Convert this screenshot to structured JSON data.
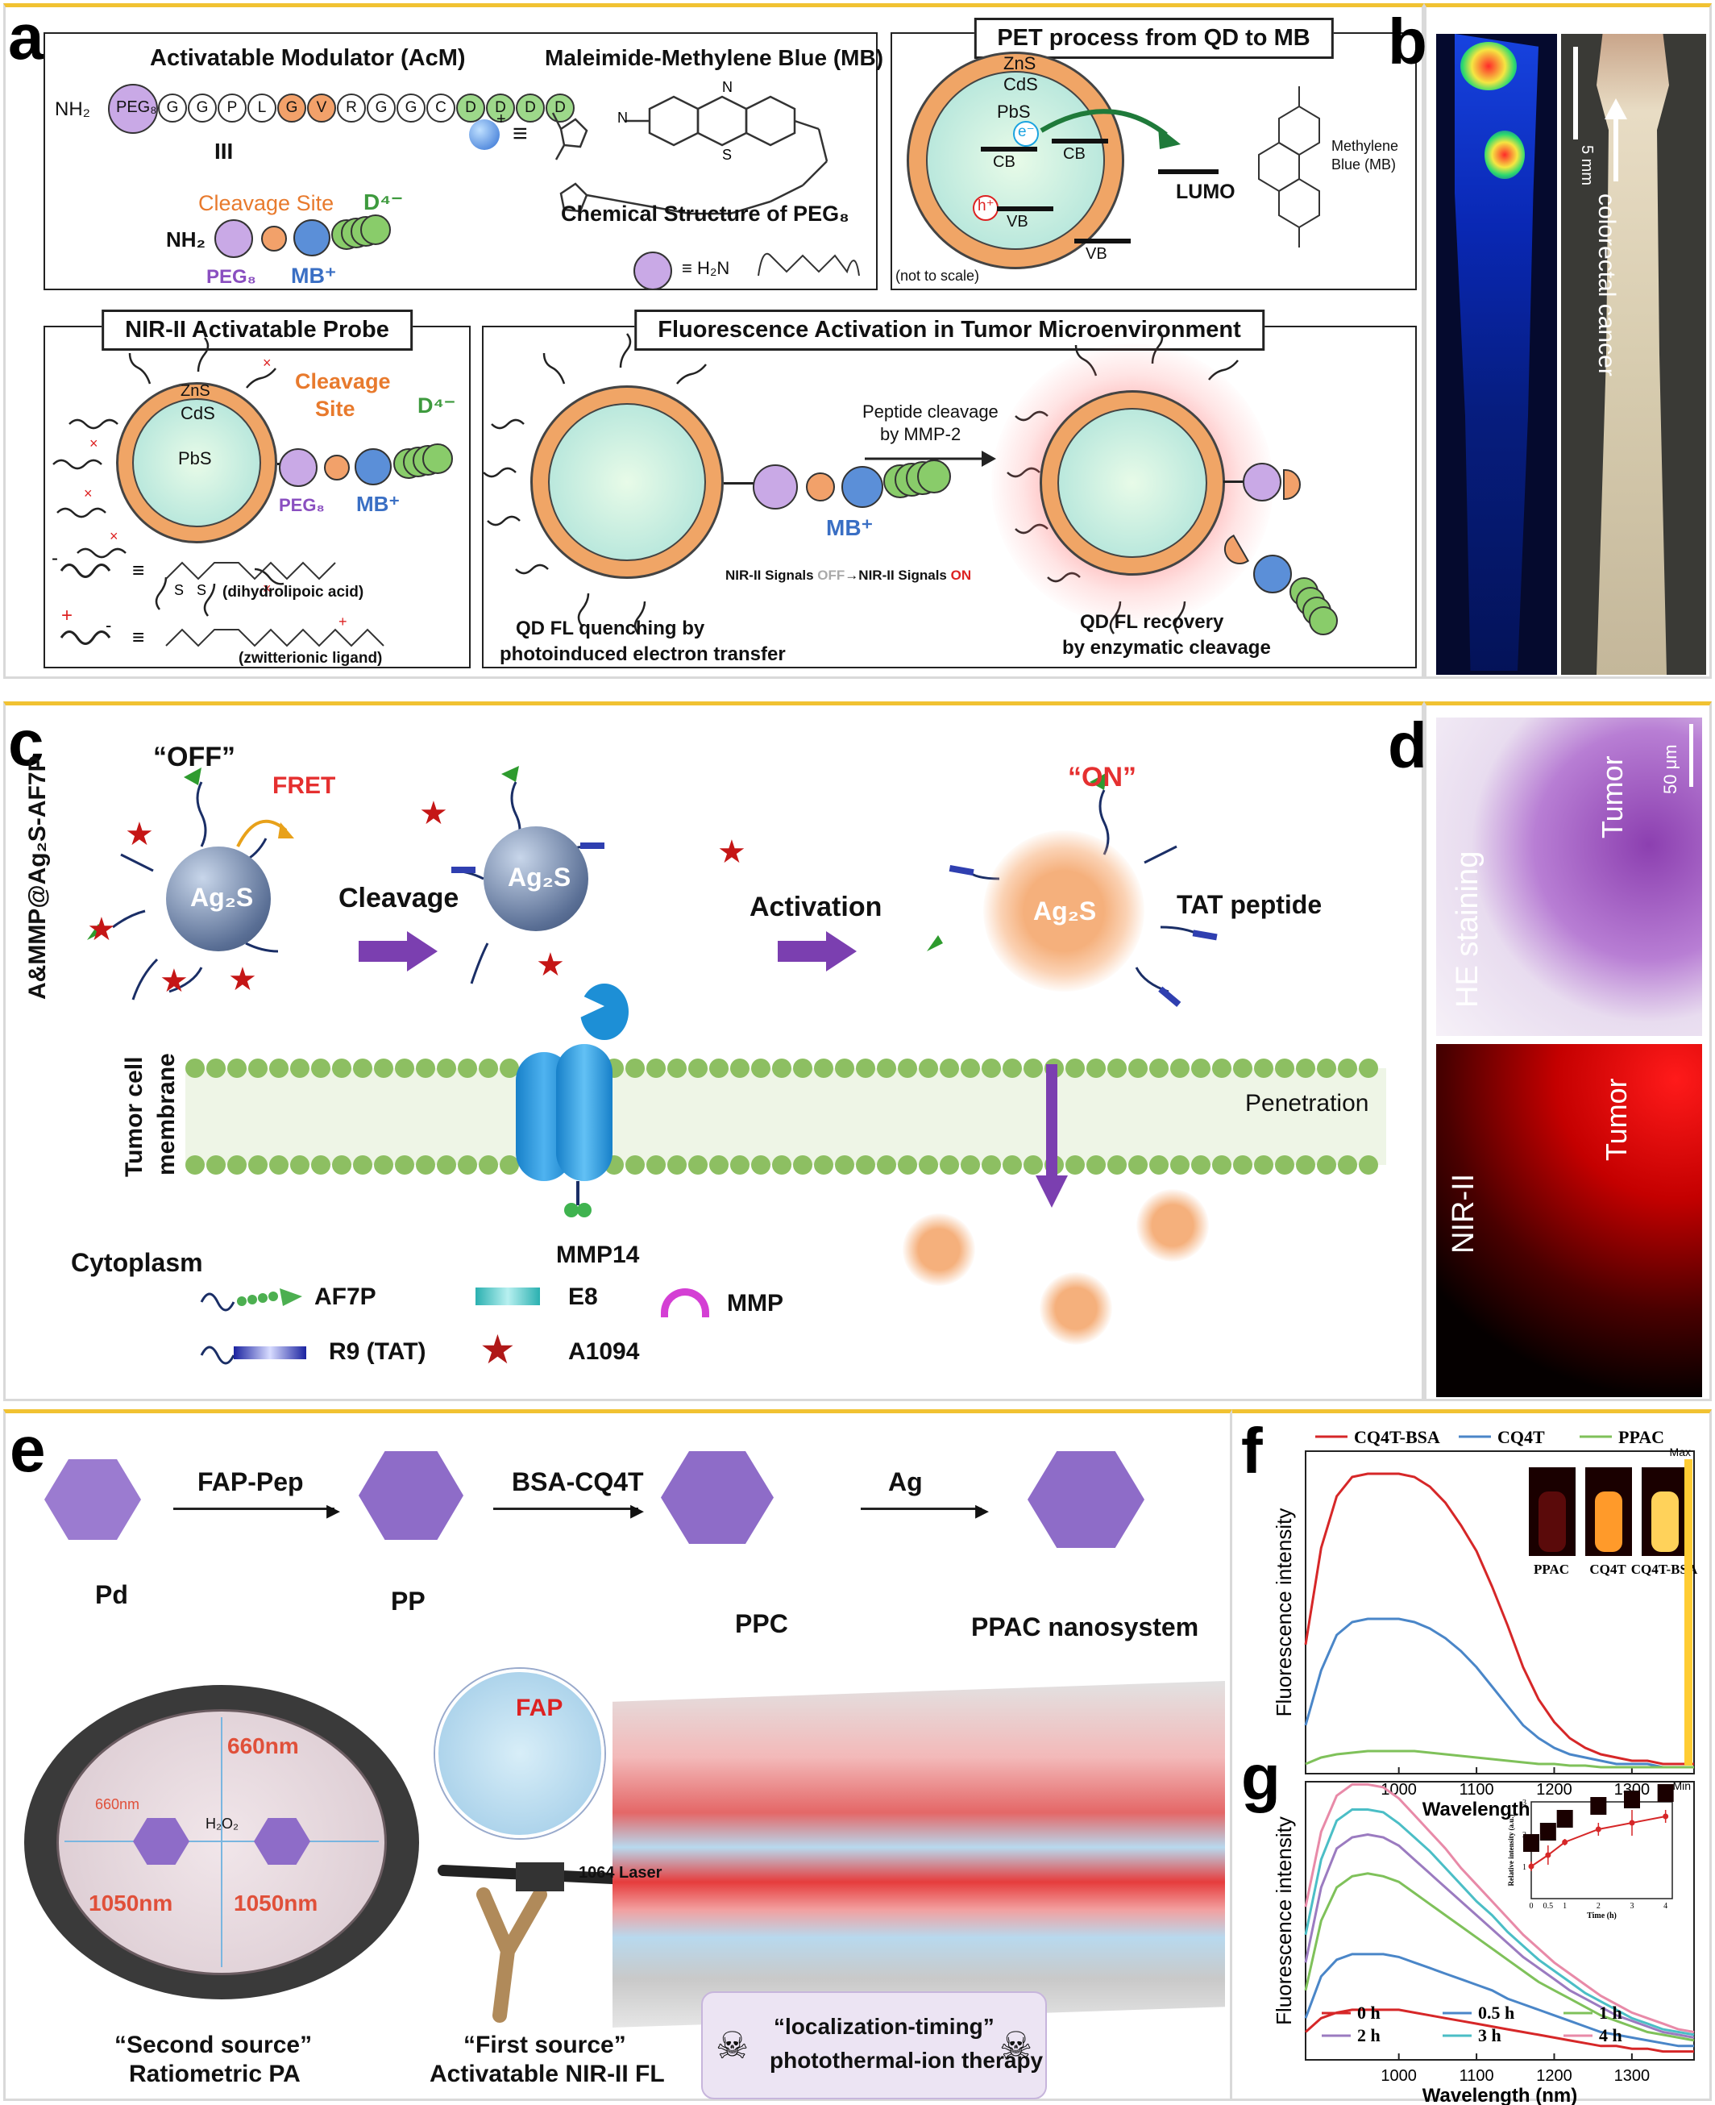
{
  "panel_labels": {
    "a": "a",
    "b": "b",
    "c": "c",
    "d": "d",
    "e": "e",
    "f": "f",
    "g": "g"
  },
  "a": {
    "acm_title": "Activatable Modulator (AcM)",
    "nh2": "NH₂",
    "peg8": "PEG₈",
    "residues": [
      "G",
      "G",
      "P",
      "L",
      "G",
      "V",
      "R",
      "G",
      "G",
      "C",
      "D",
      "D",
      "D",
      "D"
    ],
    "charge_plus": "+",
    "charge_minus": "-",
    "iii": "III",
    "cleavage_site": "Cleavage Site",
    "d4": "D⁴⁻",
    "peg8_label": "PEG₈",
    "mb_plus": "MB⁺",
    "mb_title": "Maleimide-Methylene Blue (MB)",
    "equiv": "≡",
    "peg_struct_title": "Chemical Structure of PEG₈",
    "peg_formula": "≡ H₂N",
    "pet_title": "PET process from QD to MB",
    "zns": "ZnS",
    "cds": "CdS",
    "pbs": "PbS",
    "e_minus": "e⁻",
    "h_plus": "h⁺",
    "cb": "CB",
    "vb": "VB",
    "lumo": "LUMO",
    "methylene_blue": "Methylene Blue (MB)",
    "not_to_scale": "(not to scale)",
    "probe_title": "NIR-II Activatable Probe",
    "cleavage": "Cleavage",
    "site": "Site",
    "dihydrolipoic": "(dihydrolipoic acid)",
    "zwitterionic": "(zwitterionic ligand)",
    "tumor_title": "Fluorescence Activation in Tumor Microenvironment",
    "peptide_cleavage": "Peptide cleavage",
    "by_mmp2": "by MMP-2",
    "signals_prefix": "NIR-II Signals ",
    "signals_off": "OFF",
    "signals_mid": "→NIR-II Signals ",
    "signals_on": "ON",
    "quench_1": "QD FL quenching by",
    "quench_2": "photoinduced electron transfer",
    "recover_1": "QD FL recovery",
    "recover_2": "by enzymatic cleavage"
  },
  "b": {
    "scale": "5 mm",
    "colorectal": "colorectal cancer"
  },
  "c": {
    "probe_name": "A&MMP@Ag₂S-AF7P",
    "off": "“OFF”",
    "fret": "FRET",
    "ag2s": "Ag₂S",
    "cleavage": "Cleavage",
    "activation": "Activation",
    "on": "“ON”",
    "tat": "TAT peptide",
    "membrane_1": "Tumor cell",
    "membrane_2": "membrane",
    "penetration": "Penetration",
    "mmp14": "MMP14",
    "cytoplasm": "Cytoplasm",
    "legend": {
      "af7p": "AF7P",
      "e8": "E8",
      "mmp": "MMP",
      "r9": "R9 (TAT)",
      "a1094": "A1094"
    }
  },
  "d": {
    "he": "HE staining",
    "tumor": "Tumor",
    "scale": "50 μm",
    "nir": "NIR-II",
    "tumor2": "Tumor"
  },
  "e": {
    "steps": [
      "FAP-Pep",
      "BSA-CQ4T",
      "Ag"
    ],
    "stages": [
      "Pd",
      "PP",
      "PPC",
      "PPAC nanosystem"
    ],
    "fap": "FAP",
    "h2o2": "H₂O₂",
    "nm660": "660nm",
    "nm660b": "660nm",
    "nm1050a": "1050nm",
    "nm1050b": "1050nm",
    "laser": "1064 Laser",
    "second_1": "“Second source”",
    "second_2": "Ratiometric PA",
    "first_1": "“First source”",
    "first_2": "Activatable NIR-II FL",
    "therapy_1": "“localization-timing”",
    "therapy_2": "photothermal-ion therapy"
  },
  "chart_data": [
    {
      "type": "line",
      "panel": "f",
      "xlabel": "Wavelength (nm)",
      "ylabel": "Fluorescence intensity",
      "xlim": [
        880,
        1380
      ],
      "ylim": [
        0,
        1.0
      ],
      "xticks": [
        1000,
        1100,
        1200,
        1300
      ],
      "x": [
        880,
        900,
        920,
        940,
        960,
        980,
        1000,
        1020,
        1040,
        1060,
        1080,
        1100,
        1120,
        1140,
        1160,
        1180,
        1200,
        1220,
        1240,
        1260,
        1280,
        1300,
        1320,
        1340,
        1360,
        1380
      ],
      "series": [
        {
          "name": "CQ4T-BSA",
          "color": "#d62728",
          "values": [
            0.4,
            0.7,
            0.86,
            0.92,
            0.93,
            0.93,
            0.93,
            0.92,
            0.89,
            0.84,
            0.77,
            0.69,
            0.58,
            0.46,
            0.33,
            0.23,
            0.16,
            0.11,
            0.08,
            0.06,
            0.05,
            0.04,
            0.04,
            0.03,
            0.03,
            0.03
          ]
        },
        {
          "name": "CQ4T",
          "color": "#4a86c8",
          "values": [
            0.15,
            0.32,
            0.43,
            0.47,
            0.48,
            0.48,
            0.48,
            0.47,
            0.45,
            0.42,
            0.38,
            0.33,
            0.27,
            0.21,
            0.15,
            0.11,
            0.08,
            0.06,
            0.05,
            0.04,
            0.03,
            0.03,
            0.03,
            0.02,
            0.02,
            0.02
          ]
        },
        {
          "name": "PPAC",
          "color": "#7fc15a",
          "values": [
            0.03,
            0.05,
            0.06,
            0.065,
            0.07,
            0.07,
            0.07,
            0.07,
            0.065,
            0.06,
            0.055,
            0.05,
            0.045,
            0.04,
            0.035,
            0.03,
            0.03,
            0.025,
            0.025,
            0.02,
            0.02,
            0.02,
            0.02,
            0.02,
            0.02,
            0.02
          ]
        }
      ],
      "legend": "top",
      "inset": {
        "labels": [
          "PPAC",
          "CQ4T",
          "CQ4T-BSA"
        ],
        "colorbar_max": "Max",
        "colorbar_min": "Min"
      }
    },
    {
      "type": "line",
      "panel": "g",
      "xlabel": "Wavelength (nm)",
      "ylabel": "Fluorescence intensity",
      "xlim": [
        880,
        1380
      ],
      "ylim": [
        0,
        1.0
      ],
      "xticks": [
        1000,
        1100,
        1200,
        1300
      ],
      "x": [
        880,
        900,
        920,
        940,
        960,
        980,
        1000,
        1020,
        1040,
        1060,
        1080,
        1100,
        1120,
        1140,
        1160,
        1180,
        1200,
        1220,
        1240,
        1260,
        1280,
        1300,
        1320,
        1340,
        1360,
        1380
      ],
      "series": [
        {
          "name": "0 h",
          "color": "#d62728",
          "values": [
            0.1,
            0.15,
            0.17,
            0.18,
            0.18,
            0.18,
            0.18,
            0.17,
            0.16,
            0.15,
            0.14,
            0.13,
            0.12,
            0.11,
            0.1,
            0.09,
            0.08,
            0.07,
            0.06,
            0.05,
            0.05,
            0.04,
            0.04,
            0.03,
            0.03,
            0.03
          ]
        },
        {
          "name": "0.5 h",
          "color": "#4a86c8",
          "values": [
            0.15,
            0.3,
            0.36,
            0.38,
            0.38,
            0.38,
            0.37,
            0.35,
            0.33,
            0.31,
            0.29,
            0.27,
            0.25,
            0.22,
            0.2,
            0.18,
            0.16,
            0.14,
            0.12,
            0.1,
            0.09,
            0.08,
            0.07,
            0.06,
            0.05,
            0.05
          ]
        },
        {
          "name": "1 h",
          "color": "#7fc15a",
          "values": [
            0.25,
            0.5,
            0.62,
            0.66,
            0.67,
            0.66,
            0.64,
            0.6,
            0.56,
            0.52,
            0.48,
            0.44,
            0.4,
            0.36,
            0.32,
            0.28,
            0.25,
            0.22,
            0.19,
            0.16,
            0.14,
            0.12,
            0.1,
            0.09,
            0.08,
            0.07
          ]
        },
        {
          "name": "2 h",
          "color": "#9b7bc0",
          "values": [
            0.35,
            0.62,
            0.76,
            0.8,
            0.81,
            0.8,
            0.77,
            0.72,
            0.67,
            0.62,
            0.57,
            0.52,
            0.47,
            0.42,
            0.37,
            0.33,
            0.29,
            0.25,
            0.22,
            0.19,
            0.16,
            0.14,
            0.12,
            0.1,
            0.09,
            0.08
          ]
        },
        {
          "name": "3 h",
          "color": "#4bbec6",
          "values": [
            0.45,
            0.72,
            0.86,
            0.9,
            0.9,
            0.89,
            0.85,
            0.8,
            0.75,
            0.69,
            0.63,
            0.57,
            0.52,
            0.46,
            0.41,
            0.36,
            0.32,
            0.28,
            0.24,
            0.21,
            0.18,
            0.15,
            0.13,
            0.11,
            0.1,
            0.09
          ]
        },
        {
          "name": "4 h",
          "color": "#e88aa8",
          "values": [
            0.55,
            0.82,
            0.95,
            0.99,
            0.99,
            0.98,
            0.94,
            0.88,
            0.82,
            0.76,
            0.69,
            0.63,
            0.57,
            0.51,
            0.45,
            0.4,
            0.35,
            0.31,
            0.27,
            0.23,
            0.2,
            0.17,
            0.15,
            0.13,
            0.11,
            0.1
          ]
        }
      ],
      "legend": "bottom",
      "inset": {
        "xlabel": "Time (h)",
        "ylabel": "Relative intensity (a.u.)",
        "x": [
          0,
          0.5,
          1,
          2,
          3,
          4
        ],
        "xticklabels": [
          "0",
          "0.5",
          "1",
          "2",
          "3",
          "4"
        ],
        "values": [
          1.0,
          1.35,
          1.75,
          2.15,
          2.35,
          2.55
        ],
        "errors": [
          0.15,
          0.3,
          0.1,
          0.2,
          0.4,
          0.2
        ],
        "ylim": [
          0,
          3
        ],
        "yticks": [
          1,
          2,
          3
        ]
      }
    }
  ]
}
